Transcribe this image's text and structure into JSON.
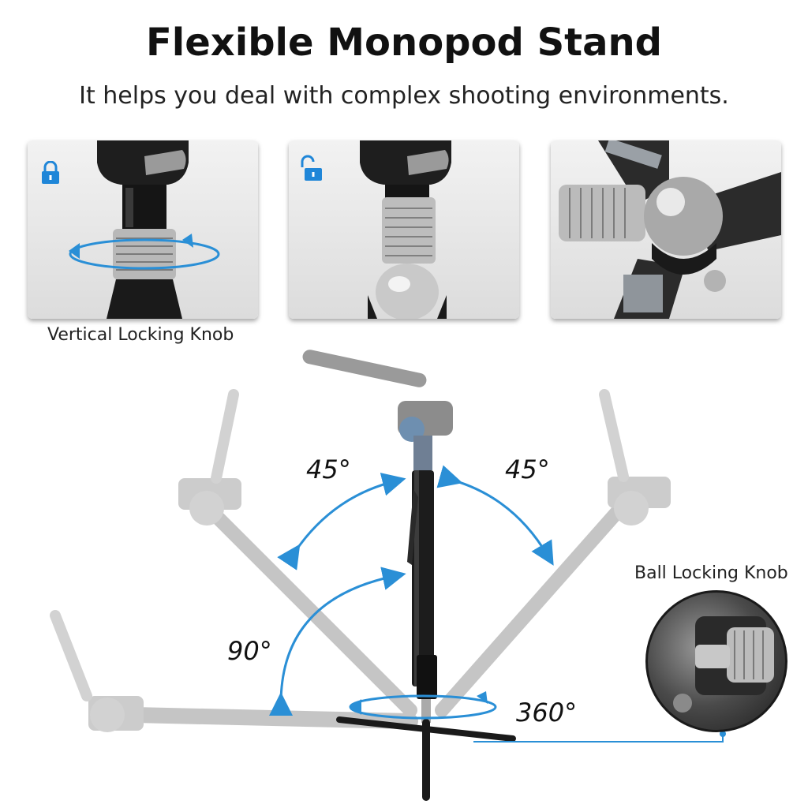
{
  "header": {
    "title": "Flexible Monopod Stand",
    "subtitle": "It helps you deal with complex shooting environments."
  },
  "panels": {
    "locked": {
      "icon": "lock-closed-icon"
    },
    "unlocked": {
      "icon": "lock-open-icon"
    },
    "ball": {
      "icon": "ball-joint"
    }
  },
  "captions": {
    "vertical_knob": "Vertical Locking Knob",
    "ball_knob": "Ball Locking Knob"
  },
  "angles": {
    "left_upper": "45°",
    "right_upper": "45°",
    "left_lower": "90°",
    "rotation": "360°"
  },
  "colors": {
    "accent_blue": "#2a8fd6",
    "lock_blue": "#1f86d8"
  }
}
